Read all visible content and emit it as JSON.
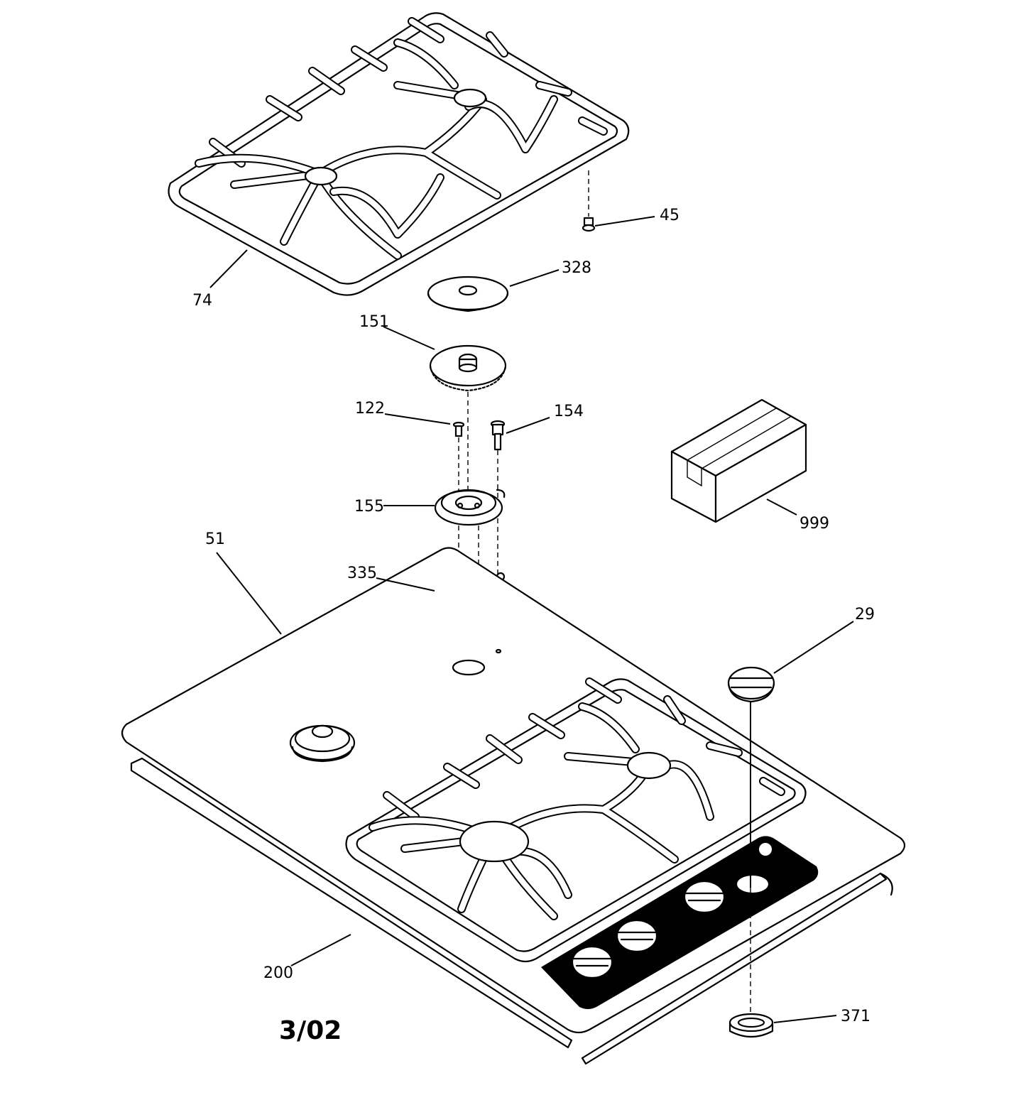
{
  "callouts": {
    "p45": "45",
    "p328": "328",
    "p74": "74",
    "p151": "151",
    "p122": "122",
    "p154": "154",
    "p155": "155",
    "p999": "999",
    "p51": "51",
    "p335": "335",
    "p29": "29",
    "p200": "200",
    "p371": "371"
  },
  "date_stamp": "3/02",
  "colors": {
    "line": "#000000",
    "background": "#ffffff"
  }
}
